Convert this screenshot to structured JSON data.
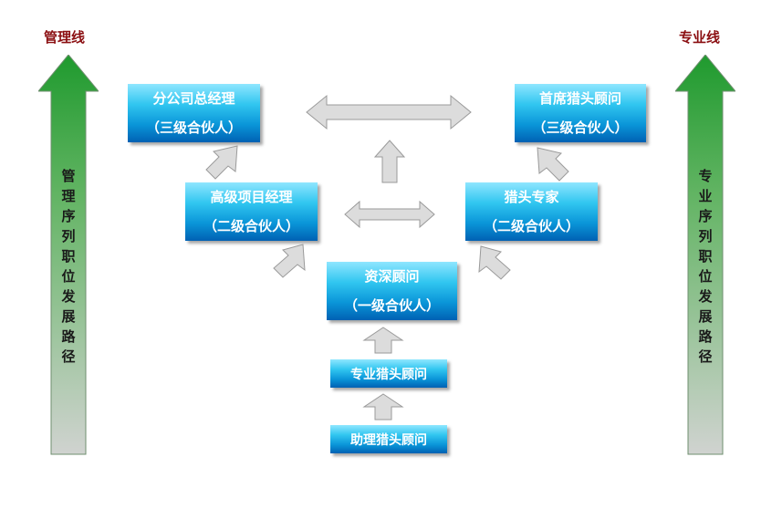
{
  "left_track": {
    "title": "管理线",
    "label": "管\n理\n序\n列\n职\n位\n发\n展\n路\n径"
  },
  "right_track": {
    "title": "专业线",
    "label": "专\n业\n序\n列\n职\n位\n发\n展\n路\n径"
  },
  "boxes": {
    "branch_gm": {
      "line1": "分公司总经理",
      "line2": "（三级合伙人）"
    },
    "senior_pm": {
      "line1": "高级项目经理",
      "line2": "（二级合伙人）"
    },
    "chief_headhunter": {
      "line1": "首席猎头顾问",
      "line2": "（三级合伙人）"
    },
    "headhunter_expert": {
      "line1": "猎头专家",
      "line2": "（二级合伙人）"
    },
    "senior_consultant": {
      "line1": "资深顾问",
      "line2": "（一级合伙人）"
    },
    "professional_headhunter": {
      "line1": "专业猎头顾问"
    },
    "assistant_headhunter": {
      "line1": "助理猎头顾问"
    }
  },
  "colors": {
    "track_arrow_top": "#1f9a2e",
    "track_arrow_bottom": "#c9ccc9",
    "box_gradient_top": "#8fe6ff",
    "box_gradient_bottom": "#0061b3",
    "connector_fill": "#d9d9d9",
    "connector_stroke": "#9a9a9a",
    "side_title": "#8b0f12"
  }
}
